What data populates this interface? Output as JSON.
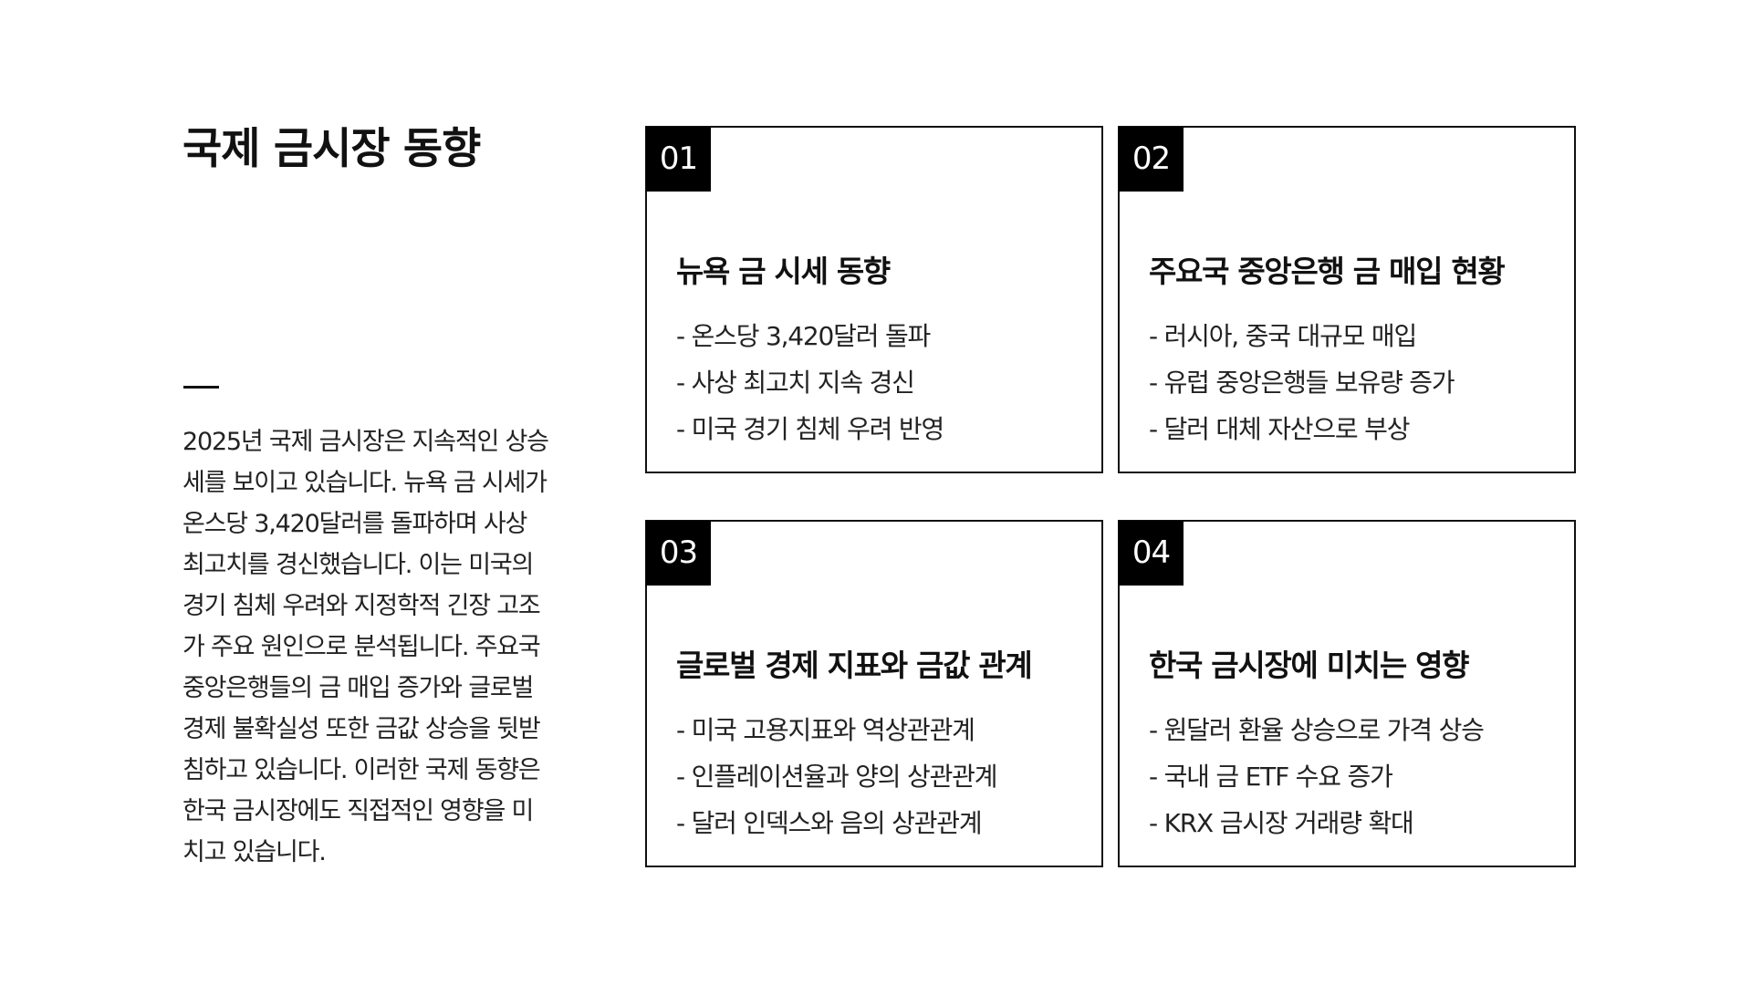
{
  "slide": {
    "title": "국제 금시장 동향",
    "paragraph_lines": [
      "2025년 국제 금시장은 지속적인 상승",
      "세를 보이고 있습니다. 뉴욕 금 시세가",
      "온스당 3,420달러를 돌파하며 사상",
      "최고치를 경신했습니다. 이는 미국의",
      "경기 침체 우려와 지정학적 긴장 고조",
      "가 주요 원인으로 분석됩니다. 주요국",
      "중앙은행들의 금 매입 증가와 글로벌",
      "경제 불확실성 또한 금값 상승을 뒷받",
      "침하고 있습니다. 이러한 국제 동향은",
      "한국 금시장에도 직접적인 영향을 미",
      "치고 있습니다."
    ],
    "colors": {
      "background": "#ffffff",
      "text": "#111111",
      "badge_bg": "#000000",
      "badge_text": "#ffffff",
      "border": "#111111"
    }
  },
  "cards": [
    {
      "number": "01",
      "title": "뉴욕 금 시세 동향",
      "bullets": [
        "- 온스당 3,420달러 돌파",
        "- 사상 최고치 지속 경신",
        "- 미국 경기 침체 우려 반영"
      ]
    },
    {
      "number": "02",
      "title": "주요국 중앙은행 금 매입 현황",
      "bullets": [
        "- 러시아, 중국 대규모 매입",
        "- 유럽 중앙은행들 보유량 증가",
        "- 달러 대체 자산으로 부상"
      ]
    },
    {
      "number": "03",
      "title": "글로벌 경제 지표와 금값 관계",
      "bullets": [
        "- 미국 고용지표와 역상관관계",
        "- 인플레이션율과 양의 상관관계",
        "- 달러 인덱스와 음의 상관관계"
      ]
    },
    {
      "number": "04",
      "title": "한국 금시장에 미치는 영향",
      "bullets": [
        "- 원달러 환율 상승으로 가격 상승",
        "- 국내 금 ETF 수요 증가",
        "- KRX 금시장 거래량 확대"
      ]
    }
  ]
}
